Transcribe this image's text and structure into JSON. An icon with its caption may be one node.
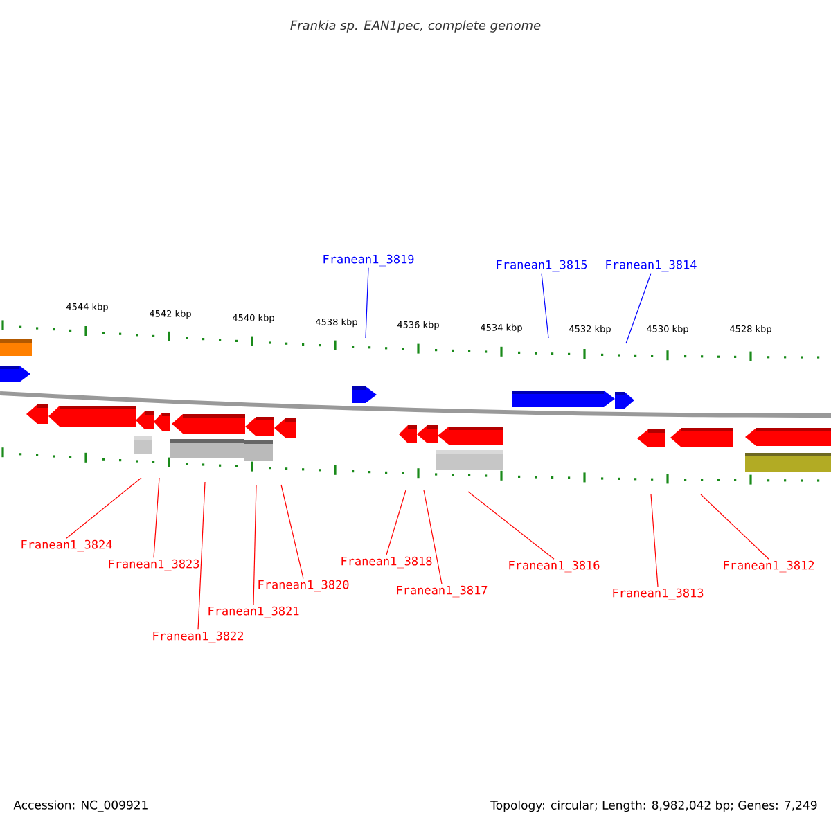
{
  "diagram": {
    "title": "Frankia sp. EAN1pec, complete genome",
    "nodes": [
      {
        "text": [
          "Franean1_3819"
        ]
      },
      {
        "text": [
          "Franean1_3815"
        ]
      },
      {
        "text": [
          "Franean1_3814"
        ]
      },
      {
        "text": [
          "Franean1_3824"
        ]
      },
      {
        "text": [
          "Franean1_3823"
        ]
      },
      {
        "text": [
          "Franean1_3822"
        ]
      },
      {
        "text": [
          "Franean1_3821"
        ]
      },
      {
        "text": [
          "Franean1_3820"
        ]
      },
      {
        "text": [
          "Franean1_3818"
        ]
      },
      {
        "text": [
          "Franean1_3817"
        ]
      },
      {
        "text": [
          "Franean1_3816"
        ]
      },
      {
        "text": [
          "Franean1_3813"
        ]
      },
      {
        "text": [
          "Franean1_3812"
        ]
      }
    ],
    "edges": [
      {
        "from": 0,
        "to": null,
        "arrow": "none",
        "color": "#0000ff"
      },
      {
        "from": 1,
        "to": null,
        "arrow": "none",
        "color": "#0000ff"
      },
      {
        "from": 2,
        "to": null,
        "arrow": "none",
        "color": "#0000ff"
      },
      {
        "from": 3,
        "to": null,
        "arrow": "none"
      },
      {
        "from": 4,
        "to": null,
        "arrow": "none"
      },
      {
        "from": 5,
        "to": null,
        "arrow": "none"
      },
      {
        "from": 6,
        "to": null,
        "arrow": "none"
      },
      {
        "from": 7,
        "to": null,
        "arrow": "none"
      },
      {
        "from": 8,
        "to": null,
        "arrow": "none"
      },
      {
        "from": 9,
        "to": null,
        "arrow": "none"
      },
      {
        "from": 10,
        "to": null,
        "arrow": "none"
      },
      {
        "from": 11,
        "to": null,
        "arrow": "none"
      },
      {
        "from": 12,
        "to": null,
        "arrow": "none"
      }
    ],
    "labels": [
      "4544 kbp",
      "4542 kbp",
      "4540 kbp",
      "4538 kbp",
      "4536 kbp",
      "4534 kbp",
      "4532 kbp",
      "4530 kbp",
      "4528 kbp",
      "Accession: NC_009921",
      "Topology: circular; Length: 8,982,042 bp; Genes: 7,249"
    ]
  }
}
